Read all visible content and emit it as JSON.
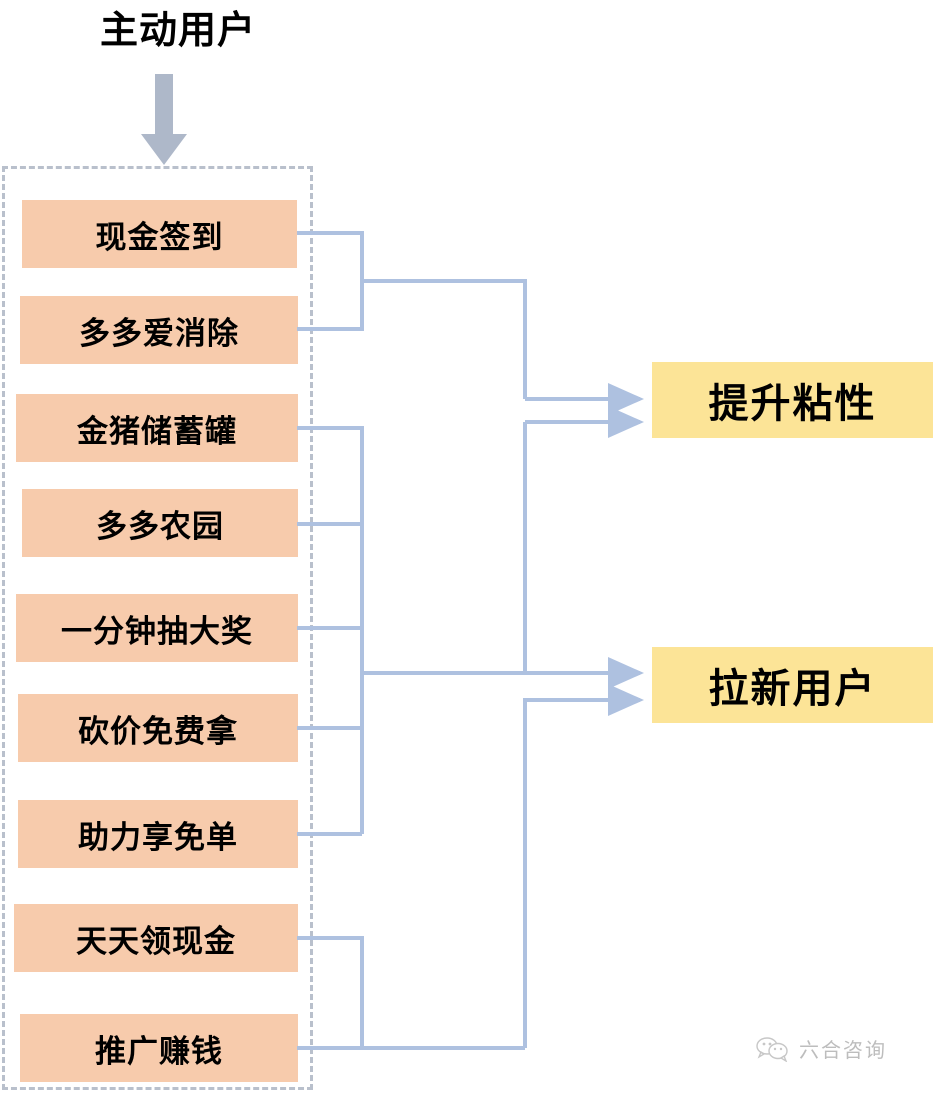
{
  "diagram": {
    "title": "主动用户",
    "arrow_icon": "down-arrow-icon",
    "colors": {
      "feature_box": "#F7CBAC",
      "outcome_box": "#FCE497",
      "connector_line": "#AEC1E0",
      "big_arrow": "#AEB8C9",
      "dashed_border": "#B9C0CC",
      "text": "#000000"
    },
    "features": [
      {
        "label": "现金签到"
      },
      {
        "label": "多多爱消除"
      },
      {
        "label": "金猪储蓄罐"
      },
      {
        "label": "多多农园"
      },
      {
        "label": "一分钟抽大奖"
      },
      {
        "label": "砍价免费拿"
      },
      {
        "label": "助力享免单"
      },
      {
        "label": "天天领现金"
      },
      {
        "label": "推广赚钱"
      }
    ],
    "outcomes": [
      {
        "label": "提升粘性"
      },
      {
        "label": "拉新用户"
      }
    ]
  },
  "watermark": {
    "icon": "wechat-icon",
    "text": "六合咨询"
  }
}
